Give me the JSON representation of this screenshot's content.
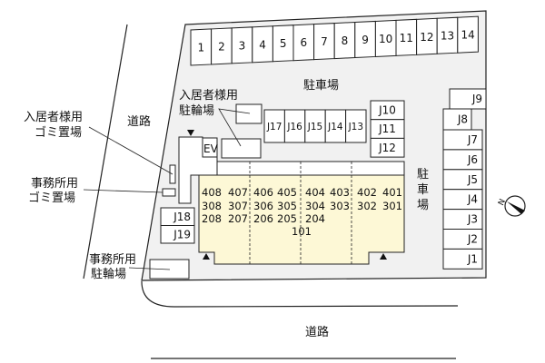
{
  "labels": {
    "parking_top": "駐車場",
    "parking_side": [
      "駐",
      "車",
      "場"
    ],
    "road_left": "道路",
    "road_bottom": "道路",
    "resident_bike": [
      "入居者様用",
      "駐輪場"
    ],
    "resident_trash": [
      "入居者様用",
      "ゴミ置場"
    ],
    "office_trash": [
      "事務所用",
      "ゴミ置場"
    ],
    "office_bike": [
      "事務所用",
      "駐輪場"
    ],
    "ev": "EV"
  },
  "parking_top_slots": [
    "1",
    "2",
    "3",
    "4",
    "5",
    "6",
    "7",
    "8",
    "9",
    "10",
    "11",
    "12",
    "13",
    "14"
  ],
  "parking_mid_slots": [
    "J17",
    "J16",
    "J15",
    "J14",
    "J13"
  ],
  "parking_j10_12": [
    "J10",
    "J11",
    "J12"
  ],
  "parking_j18_19": [
    "J18",
    "J19"
  ],
  "parking_right": {
    "j9": "J9",
    "j8": "J8",
    "column": [
      "J7",
      "J6",
      "J5",
      "J4",
      "J3",
      "J2",
      "J1"
    ]
  },
  "units": {
    "row4": [
      "408",
      "407",
      "406",
      "405",
      "404",
      "403",
      "402",
      "401"
    ],
    "row3": [
      "308",
      "307",
      "306",
      "305",
      "304",
      "303",
      "302",
      "301"
    ],
    "row2": [
      "208",
      "207",
      "206",
      "205",
      "204"
    ],
    "row1": "101"
  },
  "colors": {
    "lot": "#f1f1f1",
    "building": "#fdf8d6",
    "line": "#222222"
  },
  "compass": "N"
}
